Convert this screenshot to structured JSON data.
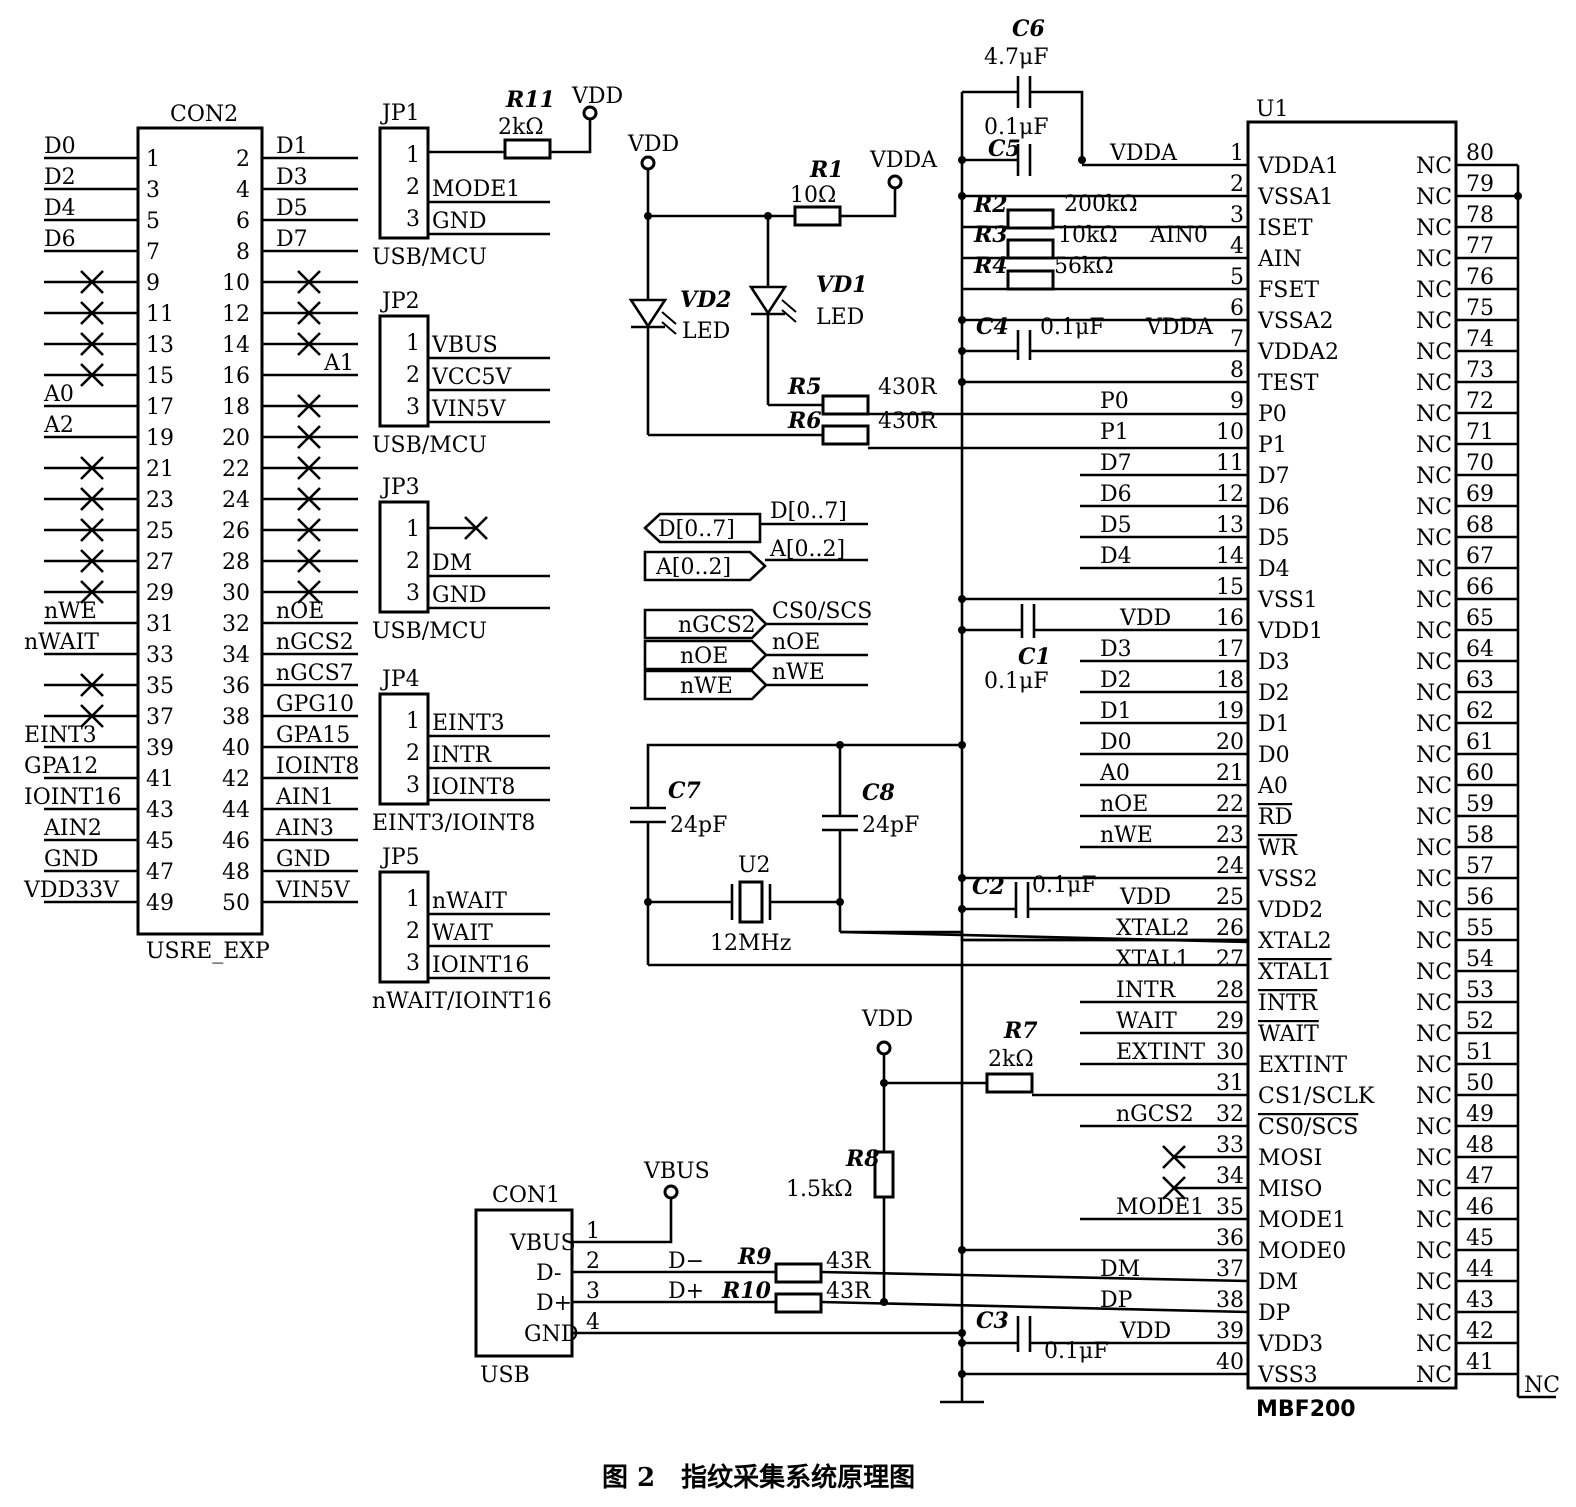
{
  "caption": "图 2　指纹采集系统原理图",
  "con2": {
    "ref": "CON2",
    "name": "USRE_EXP",
    "pins": [
      {
        "n": "1",
        "net": "D0"
      },
      {
        "n": "2",
        "net": "D1"
      },
      {
        "n": "3",
        "net": "D2"
      },
      {
        "n": "4",
        "net": "D3"
      },
      {
        "n": "5",
        "net": "D4"
      },
      {
        "n": "6",
        "net": "D5"
      },
      {
        "n": "7",
        "net": "D6"
      },
      {
        "n": "8",
        "net": "D7"
      },
      {
        "n": "9",
        "net": ""
      },
      {
        "n": "10",
        "net": ""
      },
      {
        "n": "11",
        "net": ""
      },
      {
        "n": "12",
        "net": ""
      },
      {
        "n": "13",
        "net": ""
      },
      {
        "n": "14",
        "net": ""
      },
      {
        "n": "15",
        "net": ""
      },
      {
        "n": "16",
        "net": "A1"
      },
      {
        "n": "17",
        "net": "A0"
      },
      {
        "n": "18",
        "net": ""
      },
      {
        "n": "19",
        "net": "A2"
      },
      {
        "n": "20",
        "net": ""
      },
      {
        "n": "21",
        "net": ""
      },
      {
        "n": "22",
        "net": ""
      },
      {
        "n": "23",
        "net": ""
      },
      {
        "n": "24",
        "net": ""
      },
      {
        "n": "25",
        "net": ""
      },
      {
        "n": "26",
        "net": ""
      },
      {
        "n": "27",
        "net": ""
      },
      {
        "n": "28",
        "net": ""
      },
      {
        "n": "29",
        "net": ""
      },
      {
        "n": "30",
        "net": ""
      },
      {
        "n": "31",
        "net": "nWE"
      },
      {
        "n": "32",
        "net": "nOE"
      },
      {
        "n": "33",
        "net": "nWAIT"
      },
      {
        "n": "34",
        "net": "nGCS2"
      },
      {
        "n": "35",
        "net": ""
      },
      {
        "n": "36",
        "net": "nGCS7"
      },
      {
        "n": "37",
        "net": ""
      },
      {
        "n": "38",
        "net": "GPG10"
      },
      {
        "n": "39",
        "net": "EINT3"
      },
      {
        "n": "40",
        "net": "GPA15"
      },
      {
        "n": "41",
        "net": "GPA12"
      },
      {
        "n": "42",
        "net": "IOINT8"
      },
      {
        "n": "43",
        "net": "IOINT16"
      },
      {
        "n": "44",
        "net": "AIN1"
      },
      {
        "n": "45",
        "net": "AIN2"
      },
      {
        "n": "46",
        "net": "AIN3"
      },
      {
        "n": "47",
        "net": "GND"
      },
      {
        "n": "48",
        "net": "GND"
      },
      {
        "n": "49",
        "net": "VDD33V"
      },
      {
        "n": "50",
        "net": "VIN5V"
      }
    ]
  },
  "jumpers": [
    {
      "ref": "JP1",
      "name": "USB/MCU",
      "pins": [
        "1",
        "2",
        "3"
      ],
      "nets": [
        "",
        "MODE1",
        "GND"
      ]
    },
    {
      "ref": "JP2",
      "name": "USB/MCU",
      "pins": [
        "1",
        "2",
        "3"
      ],
      "nets": [
        "VBUS",
        "VCC5V",
        "VIN5V"
      ]
    },
    {
      "ref": "JP3",
      "name": "USB/MCU",
      "pins": [
        "1",
        "2",
        "3"
      ],
      "nets": [
        "",
        "DM",
        "GND"
      ]
    },
    {
      "ref": "JP4",
      "name": "EINT3/IOINT8",
      "pins": [
        "1",
        "2",
        "3"
      ],
      "nets": [
        "EINT3",
        "INTR",
        "IOINT8"
      ]
    },
    {
      "ref": "JP5",
      "name": "nWAIT/IOINT16",
      "pins": [
        "1",
        "2",
        "3"
      ],
      "nets": [
        "nWAIT",
        "WAIT",
        "IOINT16"
      ]
    }
  ],
  "r11": {
    "ref": "R11",
    "value": "2kΩ"
  },
  "power": {
    "vdd": "VDD",
    "vdda": "VDDA",
    "vbus": "VBUS"
  },
  "leds": [
    {
      "ref": "VD2",
      "label": "LED"
    },
    {
      "ref": "VD1",
      "label": "LED"
    }
  ],
  "r1": {
    "ref": "R1",
    "value": "10Ω"
  },
  "r5": {
    "ref": "R5",
    "value": "430R"
  },
  "r6": {
    "ref": "R6",
    "value": "430R"
  },
  "bus_ports": [
    {
      "port": "D[0..7]",
      "net": "D[0..7]"
    },
    {
      "port": "A[0..2]",
      "net": "A[0..2]"
    }
  ],
  "logic_ports": [
    {
      "port": "nGCS2",
      "net": "CS0/SCS"
    },
    {
      "port": "nOE",
      "net": "nOE"
    },
    {
      "port": "nWE",
      "net": "nWE"
    }
  ],
  "crystal": {
    "c7": {
      "ref": "C7",
      "value": "24pF"
    },
    "c8": {
      "ref": "C8",
      "value": "24pF"
    },
    "ref": "U2",
    "value": "12MHz"
  },
  "c6": {
    "ref": "C6",
    "value": "4.7μF",
    "value2": "0.1μF"
  },
  "c5": {
    "ref": "C5"
  },
  "r2": {
    "ref": "R2",
    "value": "200kΩ"
  },
  "r3": {
    "ref": "R3",
    "value": "10kΩ",
    "net": "AIN0"
  },
  "r4": {
    "ref": "R4",
    "value": "56kΩ"
  },
  "c4": {
    "ref": "C4",
    "value": "0.1μF",
    "net": "VDDA"
  },
  "c1": {
    "ref": "C1",
    "value": "0.1μF"
  },
  "c2": {
    "ref": "C2",
    "value": "0.1μF"
  },
  "c3": {
    "ref": "C3",
    "value": "0.1μF"
  },
  "r7": {
    "ref": "R7",
    "value": "2kΩ"
  },
  "r8": {
    "ref": "R8",
    "value": "1.5kΩ"
  },
  "r9": {
    "ref": "R9",
    "value": "43R"
  },
  "r10": {
    "ref": "R10",
    "value": "43R"
  },
  "con1": {
    "ref": "CON1",
    "name": "USB",
    "pins": [
      "VBUS",
      "D-",
      "D+",
      "GND"
    ],
    "nums": [
      "1",
      "2",
      "3",
      "4"
    ],
    "nets": [
      "",
      "D−",
      "D+",
      ""
    ]
  },
  "u1": {
    "ref": "U1",
    "name": "MBF200",
    "nc_label": "NC",
    "left_pins": [
      {
        "n": "1",
        "name": "VDDA1",
        "net": "VDDA"
      },
      {
        "n": "2",
        "name": "VSSA1",
        "net": ""
      },
      {
        "n": "3",
        "name": "ISET",
        "net": ""
      },
      {
        "n": "4",
        "name": "AIN",
        "net": ""
      },
      {
        "n": "5",
        "name": "FSET",
        "net": ""
      },
      {
        "n": "6",
        "name": "VSSA2",
        "net": ""
      },
      {
        "n": "7",
        "name": "VDDA2",
        "net": ""
      },
      {
        "n": "8",
        "name": "TEST",
        "net": ""
      },
      {
        "n": "9",
        "name": "P0",
        "net": "P0"
      },
      {
        "n": "10",
        "name": "P1",
        "net": "P1"
      },
      {
        "n": "11",
        "name": "D7",
        "net": "D7"
      },
      {
        "n": "12",
        "name": "D6",
        "net": "D6"
      },
      {
        "n": "13",
        "name": "D5",
        "net": "D5"
      },
      {
        "n": "14",
        "name": "D4",
        "net": "D4"
      },
      {
        "n": "15",
        "name": "VSS1",
        "net": ""
      },
      {
        "n": "16",
        "name": "VDD1",
        "net": "VDD"
      },
      {
        "n": "17",
        "name": "D3",
        "net": "D3"
      },
      {
        "n": "18",
        "name": "D2",
        "net": "D2"
      },
      {
        "n": "19",
        "name": "D1",
        "net": "D1"
      },
      {
        "n": "20",
        "name": "D0",
        "net": "D0"
      },
      {
        "n": "21",
        "name": "A0",
        "net": "A0"
      },
      {
        "n": "22",
        "name": "RD",
        "net": "nOE"
      },
      {
        "n": "23",
        "name": "WR",
        "net": "nWE"
      },
      {
        "n": "24",
        "name": "VSS2",
        "net": ""
      },
      {
        "n": "25",
        "name": "VDD2",
        "net": "VDD"
      },
      {
        "n": "26",
        "name": "XTAL2",
        "net": "XTAL2"
      },
      {
        "n": "27",
        "name": "XTAL1",
        "net": "XTAL1"
      },
      {
        "n": "28",
        "name": "INTR",
        "net": "INTR"
      },
      {
        "n": "29",
        "name": "WAIT",
        "net": "WAIT"
      },
      {
        "n": "30",
        "name": "EXTINT",
        "net": "EXTINT"
      },
      {
        "n": "31",
        "name": "CS1/SCLK",
        "net": ""
      },
      {
        "n": "32",
        "name": "CS0/SCS",
        "net": "nGCS2"
      },
      {
        "n": "33",
        "name": "MOSI",
        "net": ""
      },
      {
        "n": "34",
        "name": "MISO",
        "net": ""
      },
      {
        "n": "35",
        "name": "MODE1",
        "net": "MODE1"
      },
      {
        "n": "36",
        "name": "MODE0",
        "net": ""
      },
      {
        "n": "37",
        "name": "DM",
        "net": "DM"
      },
      {
        "n": "38",
        "name": "DP",
        "net": "DP"
      },
      {
        "n": "39",
        "name": "VDD3",
        "net": "VDD"
      },
      {
        "n": "40",
        "name": "VSS3",
        "net": ""
      }
    ],
    "right_pins": [
      "80",
      "79",
      "78",
      "77",
      "76",
      "75",
      "74",
      "73",
      "72",
      "71",
      "70",
      "69",
      "68",
      "67",
      "66",
      "65",
      "64",
      "63",
      "62",
      "61",
      "60",
      "59",
      "58",
      "57",
      "56",
      "55",
      "54",
      "53",
      "52",
      "51",
      "50",
      "49",
      "48",
      "47",
      "46",
      "45",
      "44",
      "43",
      "42",
      "41"
    ]
  }
}
